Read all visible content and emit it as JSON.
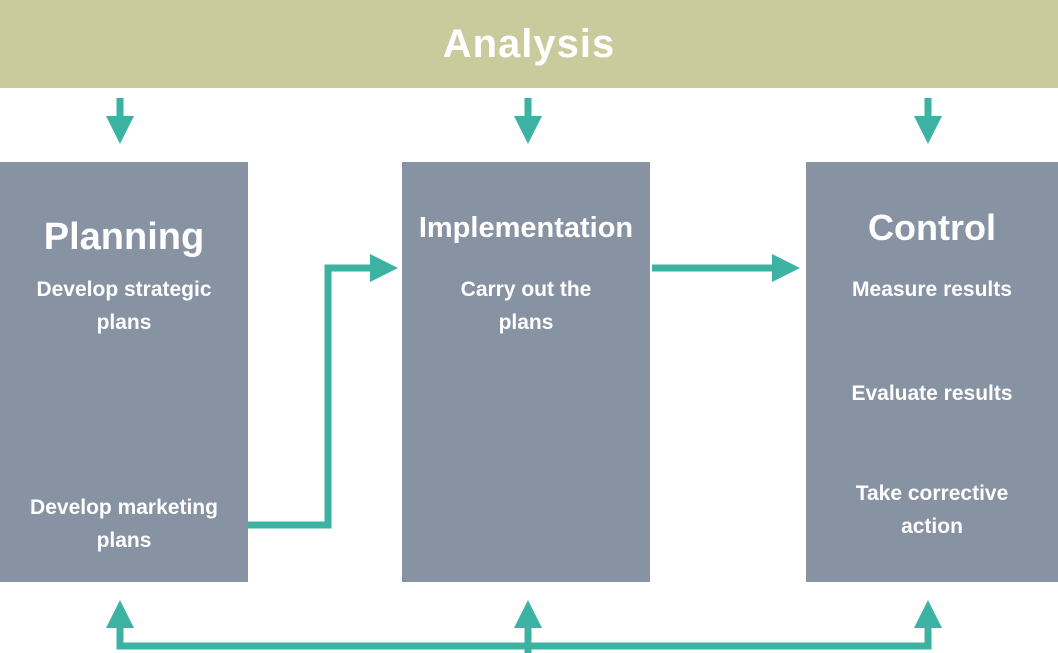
{
  "colors": {
    "banner": "#c9cb9c",
    "box": "#8793a2",
    "arrow": "#3cb2a3",
    "text": "#ffffff"
  },
  "banner": {
    "title": "Analysis"
  },
  "boxes": [
    {
      "title": "Planning",
      "items": [
        "Develop strategic plans",
        "Develop marketing plans"
      ]
    },
    {
      "title": "Implementation",
      "items": [
        "Carry out the plans"
      ]
    },
    {
      "title": "Control",
      "items": [
        "Measure results",
        "Evaluate results",
        "Take corrective action"
      ]
    }
  ]
}
